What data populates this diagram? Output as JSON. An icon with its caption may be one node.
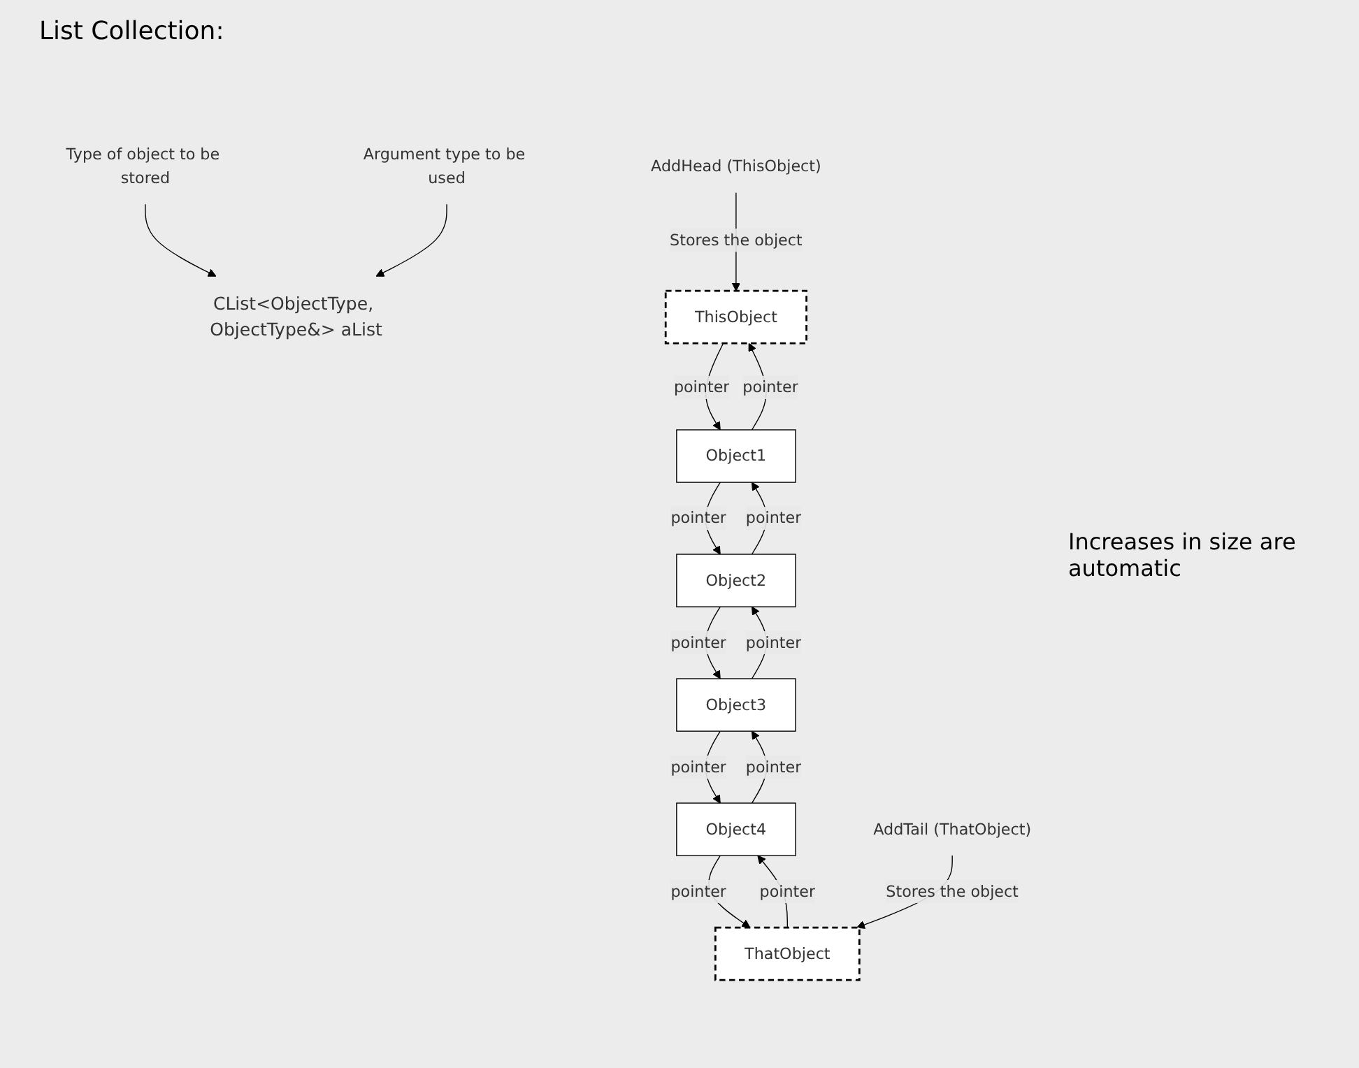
{
  "diagram": {
    "nodes": [
      {
        "text": [
          "CList<ObjectType, ObjectType&> aList"
        ]
      },
      {
        "text": [
          "Type of object to be stored"
        ]
      },
      {
        "text": [
          "Argument type to be used"
        ]
      },
      {
        "text": [
          "AddHead (ThisObject)"
        ]
      },
      {
        "text": [
          "ThisObject"
        ]
      },
      {
        "text": [
          "Object1"
        ]
      },
      {
        "text": [
          "Object2"
        ]
      },
      {
        "text": [
          "Object3"
        ]
      },
      {
        "text": [
          "Object4"
        ]
      },
      {
        "text": [
          "ThatObject"
        ]
      },
      {
        "text": [
          "AddTail (ThatObject)"
        ]
      }
    ],
    "edges": [
      {
        "from": 1,
        "to": 0,
        "arrow": "to"
      },
      {
        "from": 2,
        "to": 0,
        "arrow": "to"
      },
      {
        "from": 3,
        "to": 4,
        "arrow": "to",
        "label": "Stores the object"
      },
      {
        "from": 4,
        "to": 5,
        "arrow": "to",
        "label": "pointer"
      },
      {
        "from": 5,
        "to": 4,
        "arrow": "to",
        "label": "pointer"
      },
      {
        "from": 5,
        "to": 6,
        "arrow": "to",
        "label": "pointer"
      },
      {
        "from": 6,
        "to": 5,
        "arrow": "to",
        "label": "pointer"
      },
      {
        "from": 6,
        "to": 7,
        "arrow": "to",
        "label": "pointer"
      },
      {
        "from": 7,
        "to": 6,
        "arrow": "to",
        "label": "pointer"
      },
      {
        "from": 7,
        "to": 8,
        "arrow": "to",
        "label": "pointer"
      },
      {
        "from": 8,
        "to": 7,
        "arrow": "to",
        "label": "pointer"
      },
      {
        "from": 8,
        "to": 9,
        "arrow": "to",
        "label": "pointer"
      },
      {
        "from": 9,
        "to": 8,
        "arrow": "to",
        "label": "pointer"
      },
      {
        "from": 10,
        "to": 9,
        "arrow": "to",
        "label": "Stores the object"
      }
    ],
    "labels": [
      "List Collection:",
      "Increases in size are automatic"
    ]
  }
}
